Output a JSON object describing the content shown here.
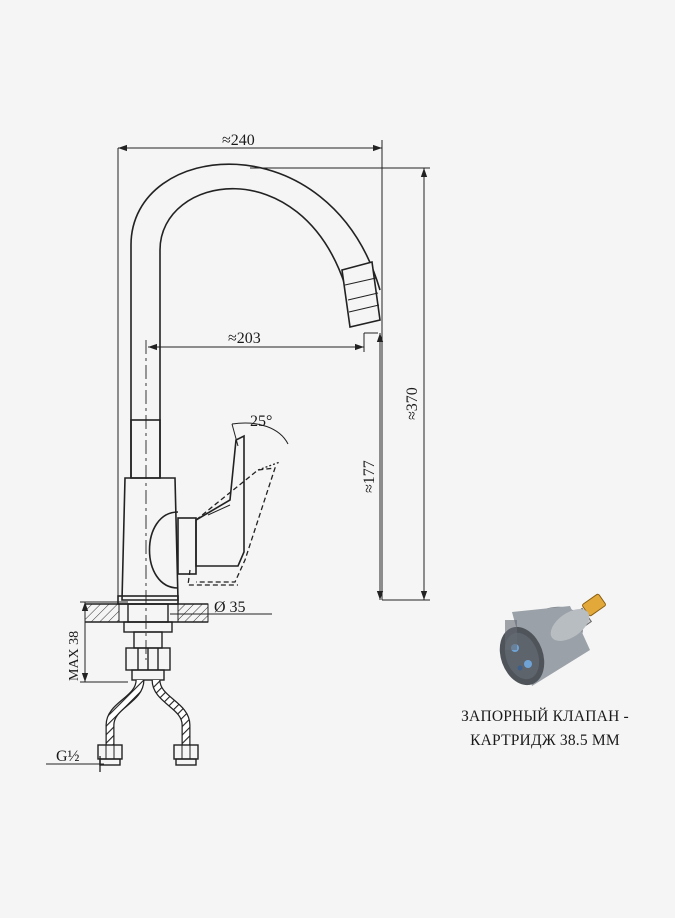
{
  "dimensions": {
    "overall_width": "≈240",
    "spout_reach": "≈203",
    "overall_height": "≈370",
    "spout_height": "≈177",
    "handle_angle": "25°",
    "base_diameter": "Ø 35",
    "max_mount_thickness": "MAX 38",
    "hose_thread": "G½"
  },
  "cartridge_caption": {
    "line1": "ЗАПОРНЫЙ КЛАПАН -",
    "line2": "КАРТРИДЖ 38.5 ММ"
  }
}
